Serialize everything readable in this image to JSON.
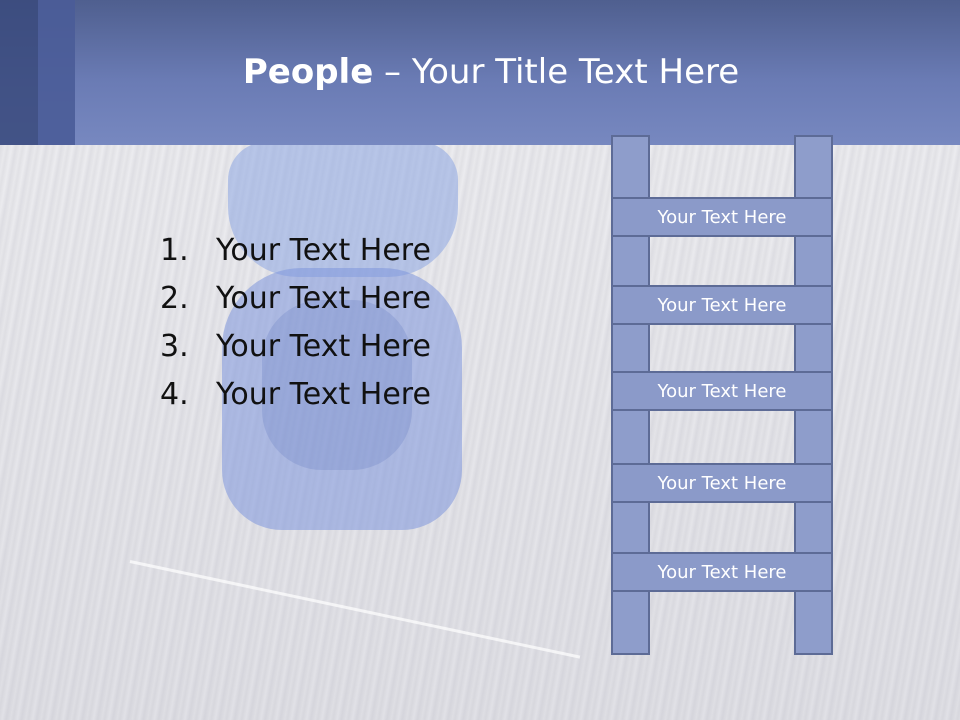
{
  "slide": {
    "title_bold": "People",
    "title_rest": " – Your Title Text Here",
    "list": [
      {
        "number": "1.",
        "text": "Your Text Here"
      },
      {
        "number": "2.",
        "text": "Your Text Here"
      },
      {
        "number": "3.",
        "text": "Your Text Here"
      },
      {
        "number": "4.",
        "text": "Your Text Here"
      }
    ],
    "ladder_rungs": [
      "Your Text Here",
      "Your Text Here",
      "Your Text Here",
      "Your Text Here",
      "Your Text Here"
    ],
    "colors": {
      "header": "#6a7bb4",
      "ladder_fill": "#8b9ac9",
      "ladder_border": "#5d6b96"
    }
  }
}
